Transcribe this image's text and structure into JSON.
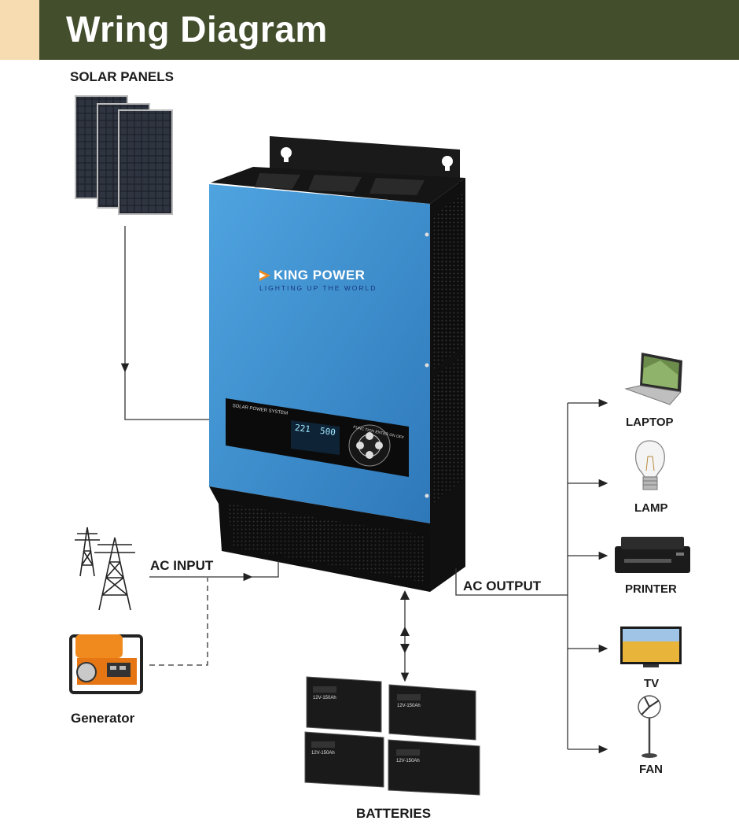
{
  "header": {
    "title": "Wring Diagram"
  },
  "labels": {
    "solar_panels": "SOLAR PANELS",
    "ac_input": "AC INPUT",
    "generator": "Generator",
    "ac_output": "AC OUTPUT",
    "batteries": "BATTERIES"
  },
  "loads": [
    {
      "label": "LAPTOP",
      "icon": "laptop-icon"
    },
    {
      "label": "LAMP",
      "icon": "lamp-icon"
    },
    {
      "label": "PRINTER",
      "icon": "printer-icon"
    },
    {
      "label": "TV",
      "icon": "tv-icon"
    },
    {
      "label": "FAN",
      "icon": "fan-icon"
    }
  ],
  "inverter": {
    "brand": "KING POWER",
    "tagline": "LIGHTING UP THE WORLD",
    "panel_title": "SOLAR POWER SYSTEM",
    "lcd_left": "221",
    "lcd_right": "500",
    "buttons": "FUNC  TION  ENTER  ON OFF"
  },
  "battery_label": "12V-150Ah",
  "colors": {
    "header_bg": "#434e2d",
    "header_accent": "#f6dcb0",
    "inverter_blue": "#3d8fcf",
    "inverter_body": "#111111"
  }
}
